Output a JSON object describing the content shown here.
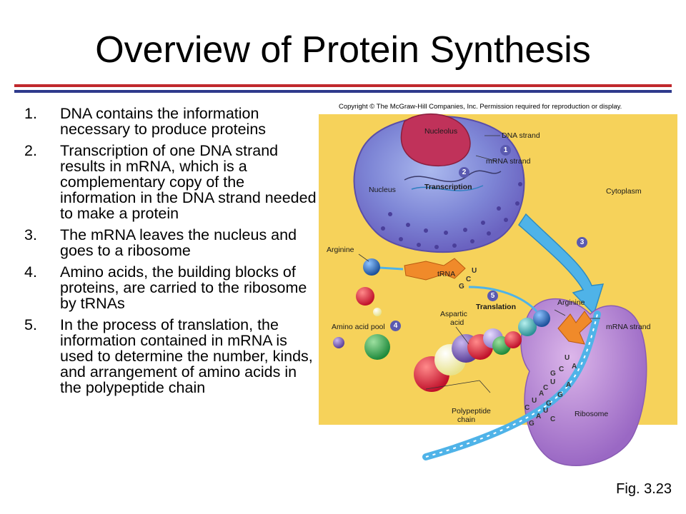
{
  "title": "Overview of Protein Synthesis",
  "bullets": [
    {
      "num": "1.",
      "text": "DNA contains the information necessary to produce proteins"
    },
    {
      "num": "2.",
      "text": "Transcription of one DNA strand results in mRNA, which is a complementary copy of the information in the DNA strand needed to make a protein"
    },
    {
      "num": "3.",
      "text": "The mRNA leaves the nucleus and goes to a ribosome"
    },
    {
      "num": "4.",
      "text": "Amino acids, the building blocks of proteins, are carried to the ribosome by tRNAs"
    },
    {
      "num": "5.",
      "text": "In the process of translation, the information contained in mRNA is used to determine the number, kinds, and arrangement of amino acids in the polypeptide chain"
    }
  ],
  "figure": {
    "copyright": "Copyright © The McGraw-Hill Companies, Inc. Permission required for reproduction or display.",
    "caption": "Fig. 3.23",
    "labels": {
      "nucleolus": "Nucleolus",
      "dna_strand": "DNA strand",
      "mrna_strand_nucleus": "mRNA strand",
      "transcription": "Transcription",
      "nucleus": "Nucleus",
      "cytoplasm": "Cytoplasm",
      "arginine_left": "Arginine",
      "trna": "tRNA",
      "translation": "Translation",
      "arginine_right": "Arginine",
      "aspartic_acid_1": "Aspartic",
      "aspartic_acid_2": "acid",
      "amino_acid_pool": "Amino acid pool",
      "mrna_strand_right": "mRNA strand",
      "polypeptide_1": "Polypeptide",
      "polypeptide_2": "chain",
      "ribosome": "Ribosome"
    },
    "steps": [
      "1",
      "2",
      "3",
      "4",
      "5"
    ],
    "codon_bases": {
      "trna_anticodon": [
        "G",
        "C",
        "U"
      ],
      "strand_top": [
        "U",
        "A",
        "G",
        "C"
      ],
      "strand_mid": [
        "C",
        "G",
        "A",
        "U"
      ],
      "strand_bottom": [
        "C",
        "U",
        "A",
        "G"
      ],
      "strand_lower": [
        "G",
        "A",
        "U",
        "C"
      ]
    },
    "colors": {
      "cytoplasm": "#f6d25a",
      "nucleus": "#7b84d6",
      "nucleolus": "#c0325a",
      "ribosome": "#b07fcf",
      "arrow": "#4fb3e8",
      "rule_red": "#c0282d",
      "rule_blue": "#2e3a8c"
    }
  }
}
